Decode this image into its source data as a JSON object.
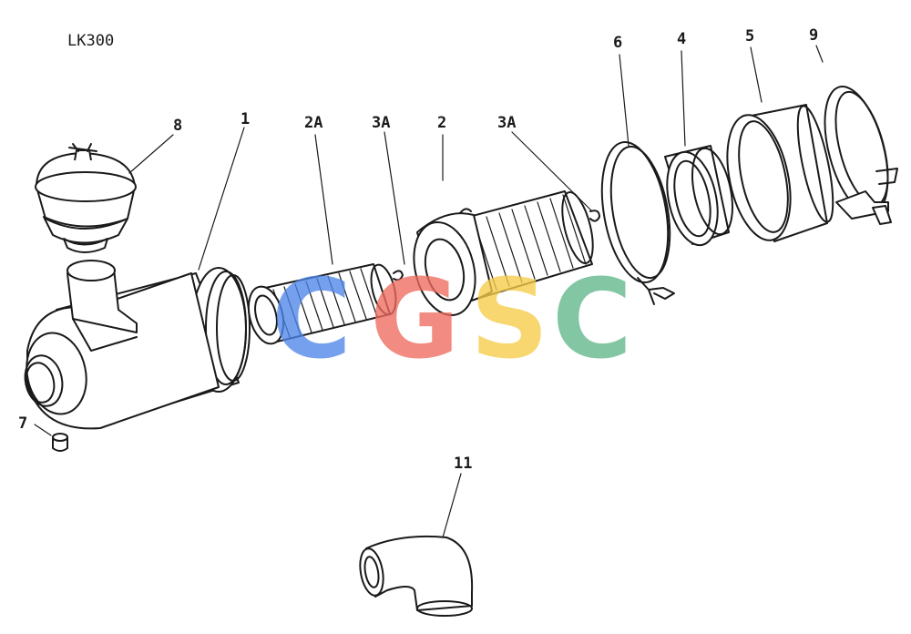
{
  "model_code": "LK300",
  "labels": {
    "p1": "1",
    "p2": "2",
    "p2a": "2A",
    "p3a_left": "3A",
    "p3a_right": "3A",
    "p4": "4",
    "p5": "5",
    "p6": "6",
    "p7": "7",
    "p8": "8",
    "p9": "9",
    "p11": "11"
  },
  "watermark": {
    "letters": [
      "C",
      "G",
      "S",
      "C"
    ],
    "colors": [
      "#4f86e8",
      "#ef6b5e",
      "#f7cd4a",
      "#5fb78a"
    ]
  }
}
